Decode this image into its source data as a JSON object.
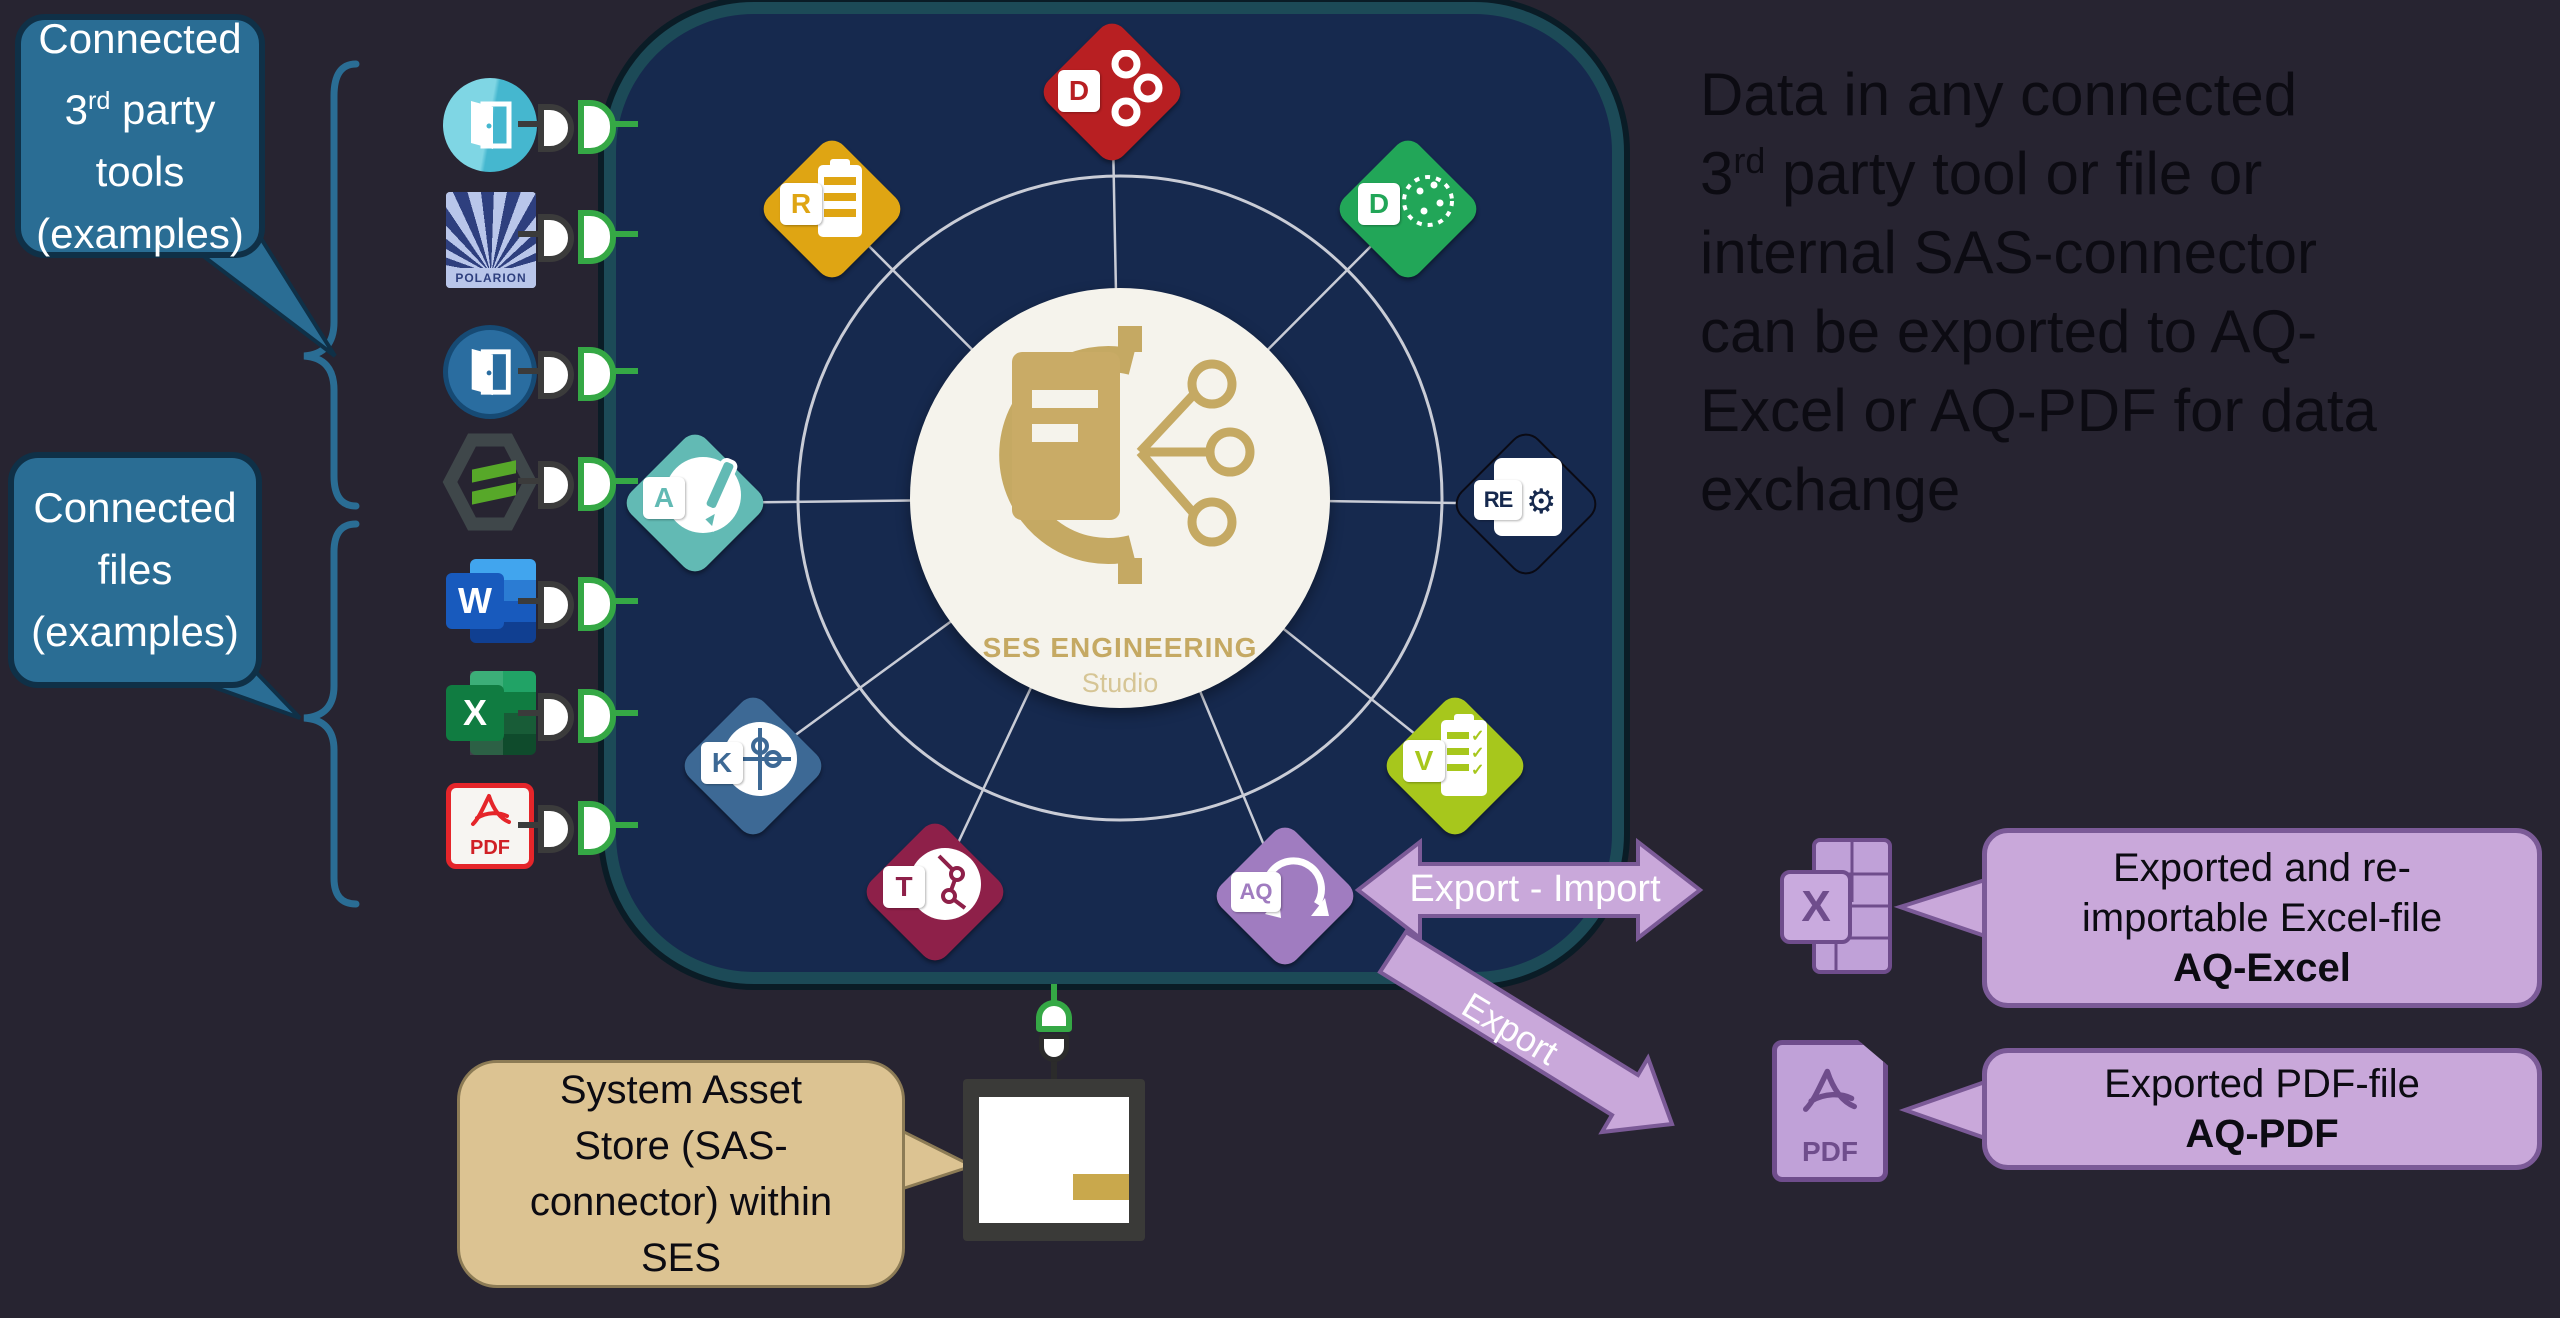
{
  "callout_tools": {
    "line1": "Connected",
    "line2_num": "3",
    "line2_sup": "rd",
    "line2_rest": " party",
    "line3": "tools",
    "line4": "(examples)"
  },
  "callout_files": {
    "line1": "Connected",
    "line2": "files",
    "line3": "(examples)"
  },
  "main_text": {
    "l1": "Data in any connected",
    "l2_num": "3",
    "l2_sup": "rd",
    "l2_rest": " party tool or file or",
    "l3": "internal SAS-connector",
    "l4": "can be exported to AQ-",
    "l5": "Excel or AQ-PDF for data",
    "l6": "exchange"
  },
  "hub": {
    "title": "SES ENGINEERING",
    "subtitle": "Studio"
  },
  "tools": {
    "polarion_label": "POLARION"
  },
  "files": {
    "word_letter": "W",
    "excel_letter": "X",
    "pdf_label": "PDF"
  },
  "diamonds": {
    "red": {
      "letter": "D",
      "color": "#b81f22"
    },
    "gold": {
      "letter": "R",
      "color": "#dfa513"
    },
    "green": {
      "letter": "D",
      "color": "#22a658"
    },
    "teal": {
      "letter": "A",
      "color": "#62bab4"
    },
    "re": {
      "letter": "RE",
      "color": "#16294e"
    },
    "k": {
      "letter": "K",
      "color": "#3d6995"
    },
    "v": {
      "letter": "V",
      "color": "#a7c71c"
    },
    "t": {
      "letter": "T",
      "color": "#8e2049"
    },
    "aq": {
      "letter": "AQ",
      "color": "#a07cc0"
    }
  },
  "arrows": {
    "export_import_label": "Export - Import",
    "export_label": "Export"
  },
  "excel_bubble": {
    "l1": "Exported and re-",
    "l2": "importable Excel-file",
    "l3": "AQ-Excel"
  },
  "pdf_bubble": {
    "l1": "Exported PDF-file",
    "l2": "AQ-PDF"
  },
  "sas_bubble": {
    "l1": "System Asset",
    "l2": "Store (SAS-",
    "l3": "connector) within",
    "l4": "SES"
  },
  "exported_icons": {
    "excel_letter": "X",
    "pdf_label": "PDF"
  },
  "colors": {
    "background": "#272431",
    "hub_fill": "#16294e",
    "hub_border": "#1c4a57",
    "teal_bubble": "#2a6d94",
    "purple_fill": "#c9a8da",
    "purple_border": "#7b5a97",
    "tan_bubble": "#dcc392",
    "plug_green": "#35a845",
    "gold_logo": "#c5a963",
    "ring_line": "#c9ccd6"
  }
}
